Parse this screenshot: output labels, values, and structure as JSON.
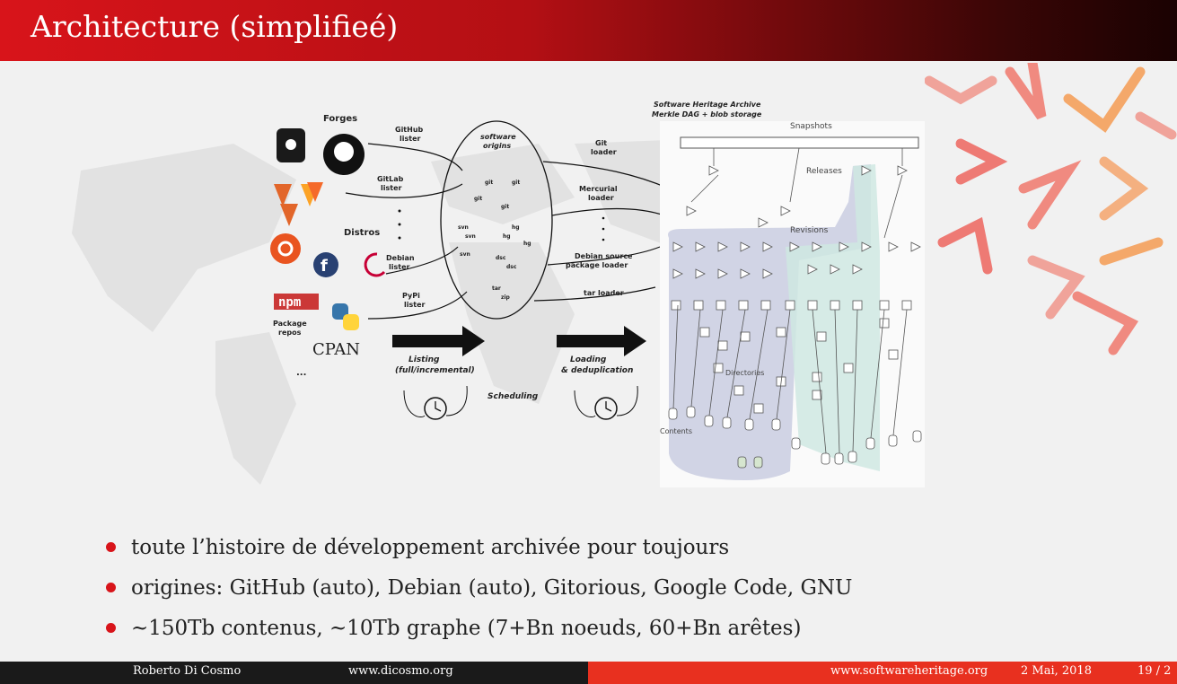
{
  "title": "Architecture (simplifieé)",
  "diagram": {
    "forges_label": "Forges",
    "github_lister": [
      "GitHub",
      "lister"
    ],
    "gitlab_lister": [
      "GitLab",
      "lister"
    ],
    "distros_label": "Distros",
    "debian_lister": [
      "Debian",
      "lister"
    ],
    "pypi_lister": [
      "PyPi",
      "lister"
    ],
    "package_repos": [
      "Package",
      "repos"
    ],
    "cpan_label": "CPAN",
    "ellipsis": "...",
    "software_origins": [
      "software",
      "origins"
    ],
    "git_loader": [
      "Git",
      "loader"
    ],
    "mercurial_loader": [
      "Mercurial",
      "loader"
    ],
    "debian_loader": [
      "Debian source",
      "package loader"
    ],
    "tar_loader": "tar loader",
    "listing": [
      "Listing",
      "(full/incremental)"
    ],
    "loading": [
      "Loading",
      "& deduplication"
    ],
    "scheduling": "Scheduling",
    "archive_title": [
      "Software Heritage Archive",
      "Merkle DAG + blob storage"
    ],
    "snapshots": "Snapshots",
    "releases": "Releases",
    "revisions": "Revisions",
    "directories": "Directories",
    "contents": "Contents",
    "npm": "npm",
    "origins_nodes": [
      "git",
      "git",
      "git",
      "git",
      "svn",
      "svn",
      "hg",
      "hg",
      "hg",
      "svn",
      "dsc",
      "dsc",
      "tar",
      "zip"
    ]
  },
  "bullets": [
    "toute l’histoire de développement archivée pour toujours",
    "origines: GitHub (auto), Debian (auto), Gitorious, Google Code, GNU",
    "~150Tb contenus, ~10Tb graphe (7+Bn noeuds, 60+Bn arêtes)"
  ],
  "footer": {
    "author": "Roberto Di Cosmo",
    "author_site": "www.dicosmo.org",
    "project_site": "www.softwareheritage.org",
    "date": "2 Mai, 2018",
    "page": "19 / 2"
  },
  "colors": {
    "title_red": "#d8141a",
    "footer_right": "#e8301f",
    "footer_left": "#1a1a1a",
    "bullet": "#d8141a"
  }
}
